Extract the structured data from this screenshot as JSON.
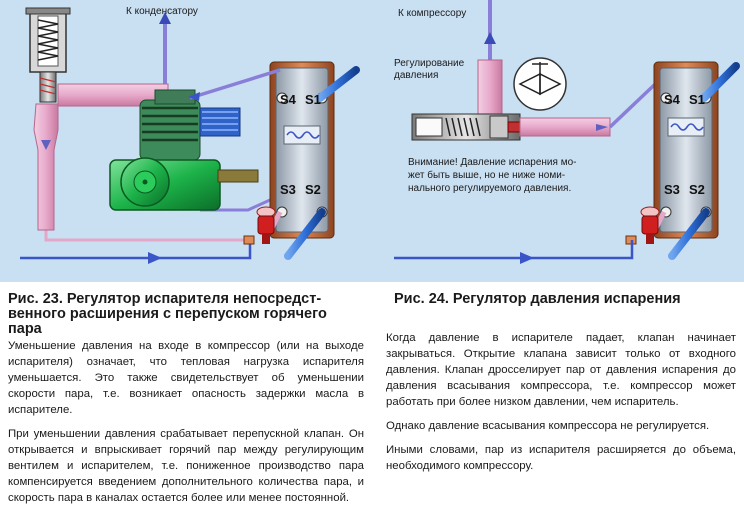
{
  "left_diagram": {
    "to_condenser_label": "К конденсатору",
    "ports": {
      "s1": "S1",
      "s2": "S2",
      "s3": "S3",
      "s4": "S4"
    }
  },
  "right_diagram": {
    "to_compressor_label": "К компрессору",
    "regulation_label_1": "Регулирование",
    "regulation_label_2": "давления",
    "warning_lines": [
      "Внимание! Давление испарения мо-",
      "жет быть выше, но не ниже номи-",
      "нального регулируемого давления."
    ],
    "ports": {
      "s1": "S1",
      "s2": "S2",
      "s3": "S3",
      "s4": "S4"
    }
  },
  "figure23": {
    "title": "Рис. 23. Регулятор испарителя непосредст-венного расширения с перепуском горячего пара",
    "title_lines": [
      "Рис. 23. Регулятор испарителя непосредст-",
      "венного расширения с перепуском горячего",
      "пара"
    ],
    "paragraphs": [
      "Уменьшение давления на входе в компрессор (или на выходе испарителя) означает, что тепловая нагрузка испарителя уменьшается. Это также свидетельствует об уменьшении скорости пара, т.е. возникает опасность задержки масла в испарителе.",
      "При уменьшении давления срабатывает перепускной клапан. Он открывается и впрыскивает горячий пар между регулирующим вентилем и испарителем, т.е. пониженное производство пара компенсируется введением дополнительного количества пара, и скорость пара в каналах остается более или менее постоянной."
    ]
  },
  "figure24": {
    "title": "Рис. 24. Регулятор давления испарения",
    "paragraphs": [
      "Когда давление в испарителе падает, клапан начинает закрываться. Открытие клапана зависит только от входного давления. Клапан дросселирует пар от давления испарения до давления всасывания компрессора, т.е. компрессор может работать при более низком давлении, чем испаритель.",
      "Однако давление всасывания компрессора не регулируется.",
      "Иными словами, пар из испарителя расширяется до объема, необходимого компрессору."
    ]
  },
  "colors": {
    "background_diagram": "#c9dff2",
    "pipe_pink": "#e3a8c8",
    "pipe_violet": "#8a7fd8",
    "pipe_blue": "#3a55c8",
    "compressor_green": "#1db34a",
    "exchanger_copper": "#c46a3a",
    "exchanger_steel": "#b9c4d0"
  }
}
